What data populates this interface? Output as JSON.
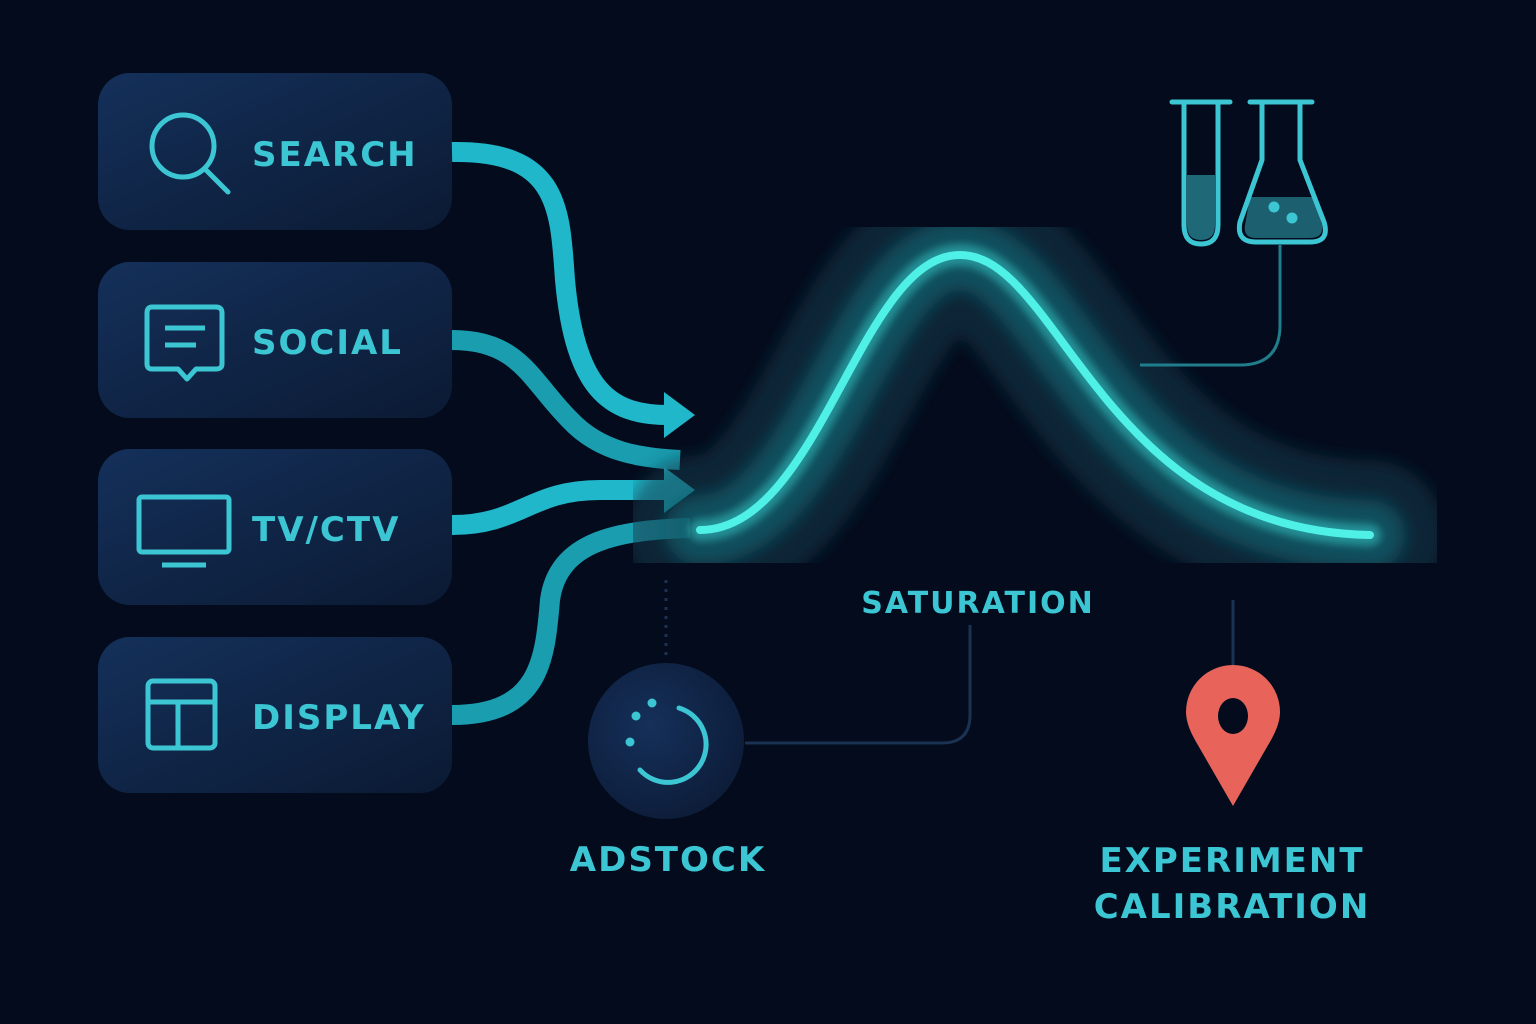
{
  "channels": [
    {
      "label": "SEARCH",
      "icon": "search-icon"
    },
    {
      "label": "SOCIAL",
      "icon": "chat-bubble-icon"
    },
    {
      "label": "TV/CTV",
      "icon": "tv-icon"
    },
    {
      "label": "DISPLAY",
      "icon": "layout-icon"
    }
  ],
  "labels": {
    "saturation": "SATURATION",
    "adstock": "ADSTOCK",
    "experiment_line1": "EXPERIMENT",
    "experiment_line2": "CALIBRATION"
  },
  "colors": {
    "background": "#030b1c",
    "card": "#0f2442",
    "accent": "#3cc6d4",
    "curve": "#45e6e0",
    "pin": "#e8645a"
  }
}
